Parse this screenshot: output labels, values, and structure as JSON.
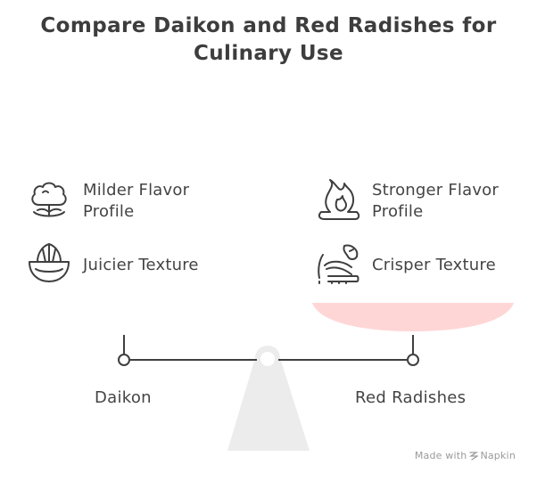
{
  "title": {
    "line1": "Compare Daikon and Red Radishes for",
    "line2": "Culinary Use"
  },
  "left": {
    "name": "Daikon",
    "items": [
      {
        "line1": "Milder Flavor",
        "line2": "Profile",
        "icon": "cloud-tree-icon"
      },
      {
        "line1": "Juicier Texture",
        "line2": "",
        "icon": "citrus-juicer-icon"
      }
    ]
  },
  "right": {
    "name": "Red Radishes",
    "items": [
      {
        "line1": "Stronger Flavor",
        "line2": "Profile",
        "icon": "flame-icon"
      },
      {
        "line1": "Crisper Texture",
        "line2": "",
        "icon": "crunch-chip-icon"
      }
    ]
  },
  "colors": {
    "heavy_side_fill": "#ffd6d6",
    "fulcrum": "#ececec",
    "stroke": "#3f3f3f"
  },
  "watermark": {
    "prefix": "Made with",
    "brand": "Napkin"
  }
}
